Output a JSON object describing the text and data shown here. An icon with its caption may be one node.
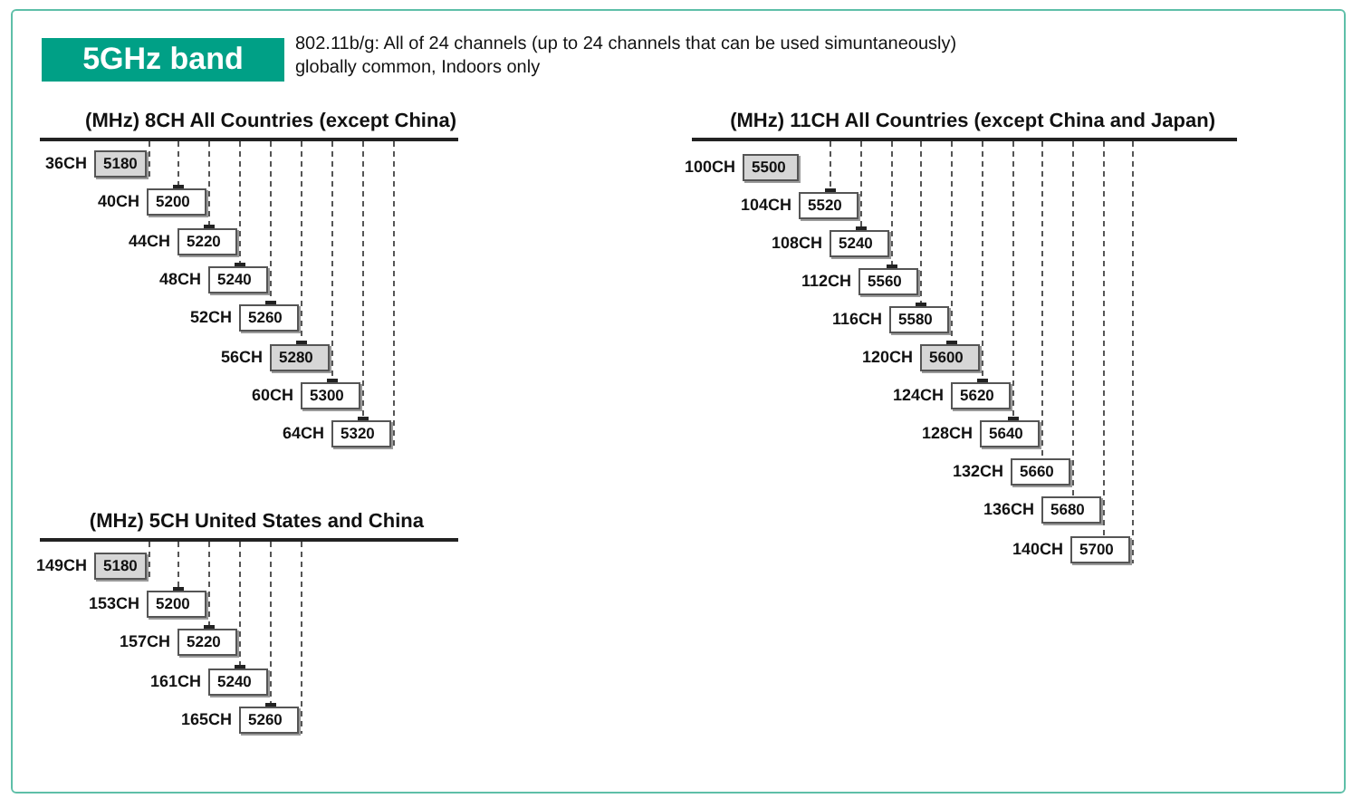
{
  "diagram": {
    "nodes": [
      {
        "text": [
          "5GHz band"
        ]
      },
      {
        "text": [
          "(MHz) 8CH All Countries (except China)"
        ]
      },
      {
        "text": [
          "5180"
        ],
        "beside": [
          "36CH"
        ]
      },
      {
        "text": [
          "5200"
        ],
        "beside": [
          "40CH"
        ]
      },
      {
        "text": [
          "5220"
        ],
        "beside": [
          "44CH"
        ]
      },
      {
        "text": [
          "5240"
        ],
        "beside": [
          "48CH"
        ]
      },
      {
        "text": [
          "5260"
        ],
        "beside": [
          "52CH"
        ]
      },
      {
        "text": [
          "5280"
        ],
        "beside": [
          "56CH"
        ]
      },
      {
        "text": [
          "5300"
        ],
        "beside": [
          "60CH"
        ]
      },
      {
        "text": [
          "5320"
        ],
        "beside": [
          "64CH"
        ]
      },
      {
        "text": [
          "(MHz) 11CH All Countries (except China and Japan)"
        ]
      },
      {
        "text": [
          "5500"
        ],
        "beside": [
          "100CH"
        ]
      },
      {
        "text": [
          "5520"
        ],
        "beside": [
          "104CH"
        ]
      },
      {
        "text": [
          "5240"
        ],
        "beside": [
          "108CH"
        ]
      },
      {
        "text": [
          "5560"
        ],
        "beside": [
          "112CH"
        ]
      },
      {
        "text": [
          "5580"
        ],
        "beside": [
          "116CH"
        ]
      },
      {
        "text": [
          "5600"
        ],
        "beside": [
          "120CH"
        ]
      },
      {
        "text": [
          "5620"
        ],
        "beside": [
          "124CH"
        ]
      },
      {
        "text": [
          "5640"
        ],
        "beside": [
          "128CH"
        ]
      },
      {
        "text": [
          "5660"
        ],
        "beside": [
          "132CH"
        ]
      },
      {
        "text": [
          "5680"
        ],
        "beside": [
          "136CH"
        ]
      },
      {
        "text": [
          "5700"
        ],
        "beside": [
          "140CH"
        ]
      },
      {
        "text": [
          "(MHz) 5CH United States and China"
        ]
      },
      {
        "text": [
          "5180"
        ],
        "beside": [
          "149CH"
        ]
      },
      {
        "text": [
          "5200"
        ],
        "beside": [
          "153CH"
        ]
      },
      {
        "text": [
          "5220"
        ],
        "beside": [
          "157CH"
        ]
      },
      {
        "text": [
          "5240"
        ],
        "beside": [
          "161CH"
        ]
      },
      {
        "text": [
          "5260"
        ],
        "beside": [
          "165CH"
        ]
      }
    ],
    "edges": [
      {
        "from": 1,
        "to": 2,
        "arrow": "none",
        "style": "dashed"
      },
      {
        "from": 1,
        "to": 3,
        "arrow": "other",
        "style": "dashed"
      },
      {
        "from": 1,
        "to": 4,
        "arrow": "other",
        "style": "dashed"
      },
      {
        "from": 1,
        "to": 5,
        "arrow": "other",
        "style": "dashed"
      },
      {
        "from": 1,
        "to": 6,
        "arrow": "other",
        "style": "dashed"
      },
      {
        "from": 1,
        "to": 7,
        "arrow": "other",
        "style": "dashed"
      },
      {
        "from": 1,
        "to": 8,
        "arrow": "other",
        "style": "dashed"
      },
      {
        "from": 1,
        "to": 9,
        "arrow": "other",
        "style": "dashed"
      },
      {
        "from": 1,
        "to": 9,
        "arrow": "none",
        "style": "dashed"
      },
      {
        "from": 10,
        "to": 12,
        "arrow": "other",
        "style": "dashed"
      },
      {
        "from": 10,
        "to": 13,
        "arrow": "other",
        "style": "dashed"
      },
      {
        "from": 10,
        "to": 14,
        "arrow": "other",
        "style": "dashed"
      },
      {
        "from": 10,
        "to": 15,
        "arrow": "other",
        "style": "dashed"
      },
      {
        "from": 10,
        "to": 16,
        "arrow": "other",
        "style": "dashed"
      },
      {
        "from": 10,
        "to": 17,
        "arrow": "other",
        "style": "dashed"
      },
      {
        "from": 10,
        "to": 18,
        "arrow": "other",
        "style": "dashed"
      },
      {
        "from": 10,
        "to": 19,
        "arrow": "none",
        "style": "dashed"
      },
      {
        "from": 10,
        "to": 20,
        "arrow": "none",
        "style": "dashed"
      },
      {
        "from": 10,
        "to": 21,
        "arrow": "none",
        "style": "dashed"
      },
      {
        "from": 10,
        "to": 21,
        "arrow": "none",
        "style": "dashed"
      },
      {
        "from": 22,
        "to": 23,
        "arrow": "none",
        "style": "dashed"
      },
      {
        "from": 22,
        "to": 24,
        "arrow": "other",
        "style": "dashed"
      },
      {
        "from": 22,
        "to": 25,
        "arrow": "other",
        "style": "dashed"
      },
      {
        "from": 22,
        "to": 26,
        "arrow": "other",
        "style": "dashed"
      },
      {
        "from": 22,
        "to": 27,
        "arrow": "other",
        "style": "dashed"
      },
      {
        "from": 22,
        "to": 27,
        "arrow": "none",
        "style": "dashed"
      }
    ],
    "labels": [
      "802.11b/g: All of 24 channels (up to 24 channels that can be used simuntaneously) globally common, Indoors only"
    ]
  }
}
